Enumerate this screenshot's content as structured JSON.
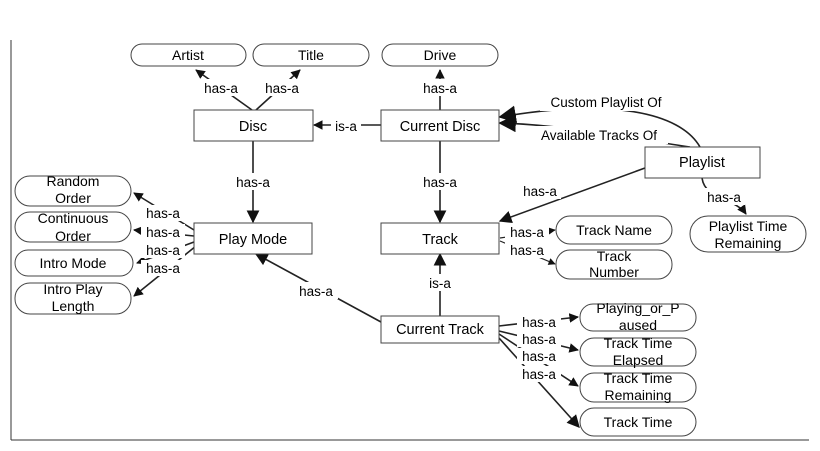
{
  "colors": {
    "background": "#ffffff",
    "ink": "#000000",
    "frame": "#444444"
  },
  "entities": {
    "disc": "Disc",
    "current_disc": "Current Disc",
    "playlist": "Playlist",
    "play_mode": "Play Mode",
    "track": "Track",
    "current_track": "Current Track"
  },
  "attributes": {
    "artist": "Artist",
    "title": "Title",
    "drive": "Drive",
    "random_order": [
      "Random",
      "Order"
    ],
    "continuous_order": [
      "Continuous",
      "Order"
    ],
    "intro_mode": "Intro Mode",
    "intro_play_length": [
      "Intro Play",
      "Length"
    ],
    "playlist_time_remaining": [
      "Playlist Time",
      "Remaining"
    ],
    "track_name": "Track Name",
    "track_number": [
      "Track",
      "Number"
    ],
    "playing_or_paused": [
      "Playing_or_P",
      "aused"
    ],
    "track_time_elapsed": [
      "Track Time",
      "Elapsed"
    ],
    "track_time_remaining": [
      "Track Time",
      "Remaining"
    ],
    "track_time": "Track Time"
  },
  "relations": {
    "has_a": "has-a",
    "is_a": "is-a",
    "custom_playlist_of": "Custom Playlist Of",
    "available_tracks_of": "Available Tracks Of"
  }
}
